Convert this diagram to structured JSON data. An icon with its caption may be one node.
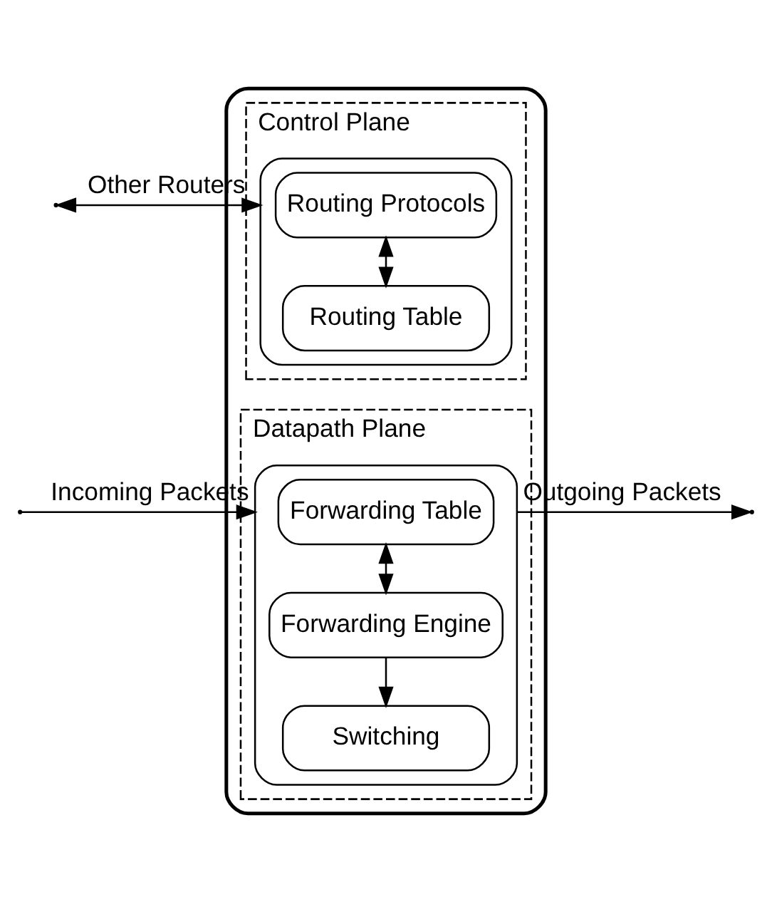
{
  "diagram": {
    "nodes": [
      {
        "text": [],
        "shape": "box"
      },
      {
        "text": [
          "Control Plane"
        ],
        "in": 0
      },
      {
        "text": [],
        "shape": "box",
        "in": 1
      },
      {
        "text": [
          "Routing Protocols"
        ],
        "in": 2
      },
      {
        "text": [
          "Routing Table"
        ],
        "in": 2
      },
      {
        "text": [
          "Datapath Plane"
        ],
        "in": 0
      },
      {
        "text": [],
        "shape": "box",
        "in": 5
      },
      {
        "text": [
          "Forwarding Table"
        ],
        "in": 6
      },
      {
        "text": [
          "Forwarding Engine"
        ],
        "in": 6
      },
      {
        "text": [
          "Switching"
        ],
        "in": 6
      }
    ],
    "edges": [
      {
        "from": null,
        "to": 2,
        "arrow": "both",
        "label": "Other Routers"
      },
      {
        "from": 3,
        "to": 4,
        "arrow": "both"
      },
      {
        "from": null,
        "to": 6,
        "arrow": "to",
        "label": "Incoming Packets"
      },
      {
        "from": 7,
        "to": 8,
        "arrow": "both"
      },
      {
        "from": 8,
        "to": 9,
        "arrow": "to"
      },
      {
        "from": 6,
        "to": null,
        "arrow": "to",
        "label": "Outgoing Packets"
      }
    ]
  }
}
